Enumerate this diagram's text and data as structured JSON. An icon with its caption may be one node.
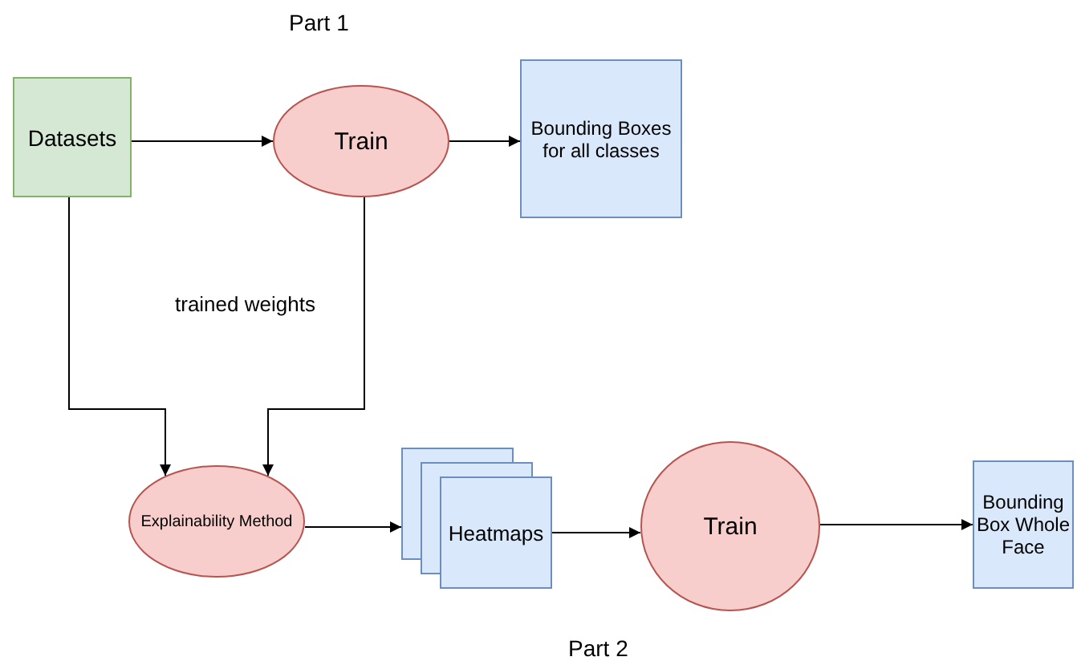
{
  "diagram": {
    "nodes": [
      {
        "text": [
          "Datasets"
        ]
      },
      {
        "text": [
          "Train"
        ]
      },
      {
        "text": [
          "Bounding Boxes for all classes"
        ]
      },
      {
        "text": [
          "Explainability Method"
        ]
      },
      {
        "text": [
          "Heatmaps"
        ]
      },
      {
        "text": [
          "Train"
        ]
      },
      {
        "text": [
          "Bounding Box Whole Face"
        ]
      }
    ],
    "edges": [
      {
        "from": 0,
        "to": 1,
        "arrow": "to"
      },
      {
        "from": 1,
        "to": 2,
        "arrow": "to"
      },
      {
        "from": 0,
        "to": 3,
        "arrow": "to"
      },
      {
        "from": 1,
        "to": 3,
        "arrow": "to",
        "label": "trained weights"
      },
      {
        "from": 3,
        "to": 4,
        "arrow": "to"
      },
      {
        "from": 4,
        "to": 5,
        "arrow": "to"
      },
      {
        "from": 5,
        "to": 6,
        "arrow": "to"
      }
    ],
    "labels": [
      "Part 1",
      "Part 2"
    ]
  }
}
